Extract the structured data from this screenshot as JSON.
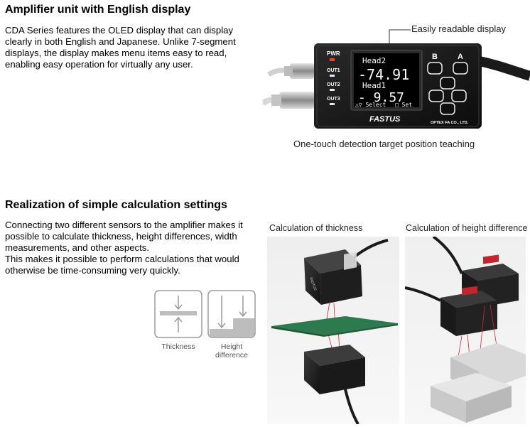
{
  "section1": {
    "heading": "Amplifier unit with English display",
    "paragraph": [
      "CDA Series features the OLED display that can display",
      "clearly in both English and Japanese. Unlike 7-segment",
      "displays, the display makes menu items easy to read,",
      "enabling easy operation for virtually any user."
    ],
    "callout_label": "Easily readable display",
    "caption": "One-touch detection target position teaching",
    "device": {
      "indicator_pwr": "PWR",
      "indicator_out1": "OUT1",
      "indicator_out2": "OUT2",
      "indicator_out3": "OUT3",
      "screen_line1_label": "Head2",
      "screen_line1_value": "-74.91",
      "screen_line2_label": "Head1",
      "screen_line2_value": "- 9.57",
      "screen_footer_select": "△▽ Select",
      "screen_footer_set": "□ Set",
      "button_b": "B",
      "button_a": "A",
      "brand": "FASTUS",
      "maker": "OPTEX FA CO., LTD."
    }
  },
  "section2": {
    "heading": "Realization of simple calculation settings",
    "paragraph": [
      "Connecting two different sensors to the amplifier makes it",
      "possible to calculate thickness, height differences, width",
      "measurements, and other aspects.",
      "This makes it possible to perform calculations that would",
      "otherwise be time-consuming very quickly."
    ],
    "icon_thickness_label": "Thickness",
    "icon_height_label_line1": "Height",
    "icon_height_label_line2": "difference",
    "photo1_caption": "Calculation of thickness",
    "photo2_caption": "Calculation of height difference",
    "sensor_brand": "FASTUS"
  },
  "colors": {
    "icon_stroke": "#9a9a9a",
    "icon_fill": "#bdbdbd",
    "laser": "#e0242b",
    "device_body": "#141414"
  }
}
